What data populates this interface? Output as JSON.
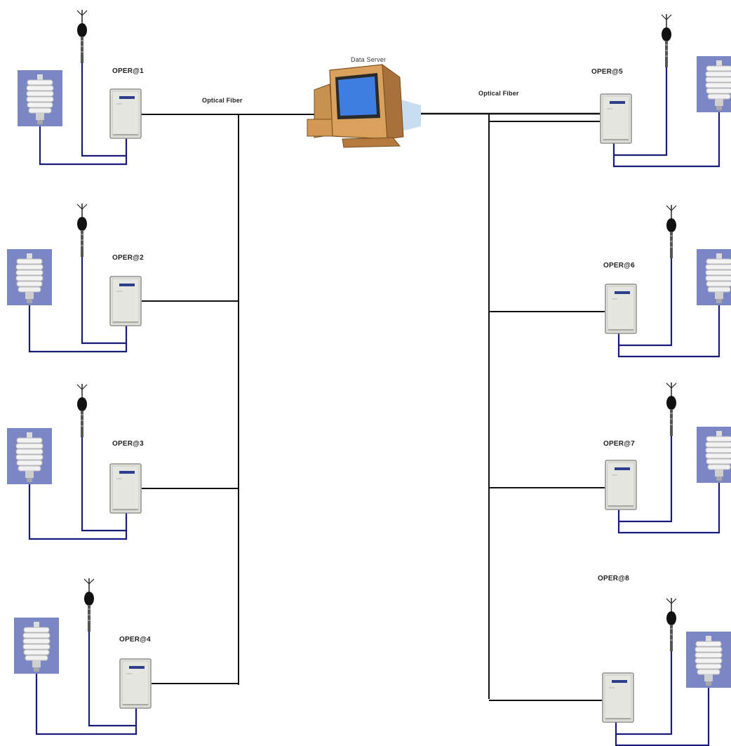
{
  "server": {
    "label": "Data Server"
  },
  "links": {
    "left_label": "Optical Fiber",
    "right_label": "Optical Fiber"
  },
  "stations": [
    {
      "label": "OPER@1"
    },
    {
      "label": "OPER@2"
    },
    {
      "label": "OPER@3"
    },
    {
      "label": "OPER@4"
    },
    {
      "label": "OPER@5"
    },
    {
      "label": "OPER@6"
    },
    {
      "label": "OPER@7"
    },
    {
      "label": "OPER@8"
    }
  ],
  "colors": {
    "fiber": "#111111",
    "cable": "#1a1a7a",
    "sensor_panel": "#7b86c4",
    "logger_body": "#e6e6e0"
  }
}
